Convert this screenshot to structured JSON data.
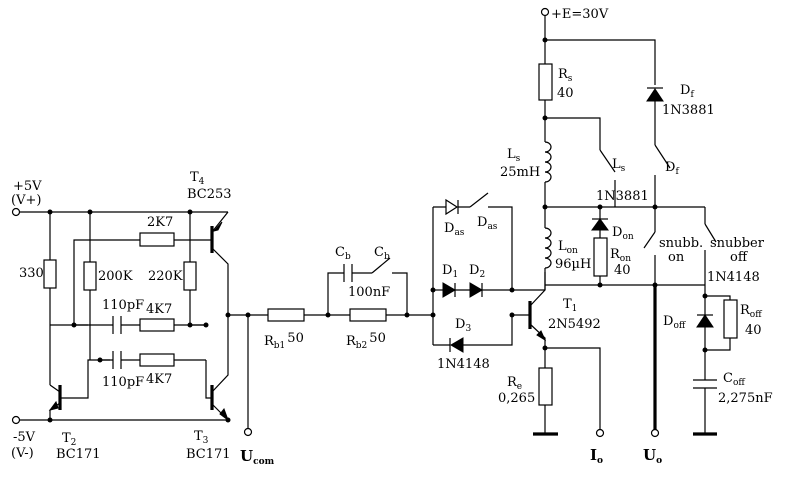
{
  "supply_pos": {
    "name": "+5V",
    "alias": "(V+)"
  },
  "supply_neg": {
    "name": "-5V",
    "alias": "(V-)"
  },
  "supply_main": "+E=30V",
  "transistors": {
    "t4": {
      "ref": "T",
      "idx": "4",
      "part": "BC253"
    },
    "t2": {
      "ref": "T",
      "idx": "2",
      "part": "BC171"
    },
    "t3": {
      "ref": "T",
      "idx": "3",
      "part": "BC171"
    },
    "t1": {
      "ref": "T",
      "idx": "1",
      "part": "2N5492"
    }
  },
  "resistors": {
    "r330": "330",
    "r200k": "200K",
    "r220k": "220K",
    "r2k7": "2K7",
    "r4k7a": "4K7",
    "r4k7b": "4K7",
    "rb1": {
      "ref": "R",
      "sub": "b1",
      "val": "50"
    },
    "rb2": {
      "ref": "R",
      "sub": "b2",
      "val": "50"
    },
    "rs": {
      "ref": "R",
      "sub": "s",
      "val": "40"
    },
    "ron": {
      "ref": "R",
      "sub": "on",
      "val": "40"
    },
    "roff": {
      "ref": "R",
      "sub": "off",
      "val": "40"
    },
    "re": {
      "ref": "R",
      "sub": "e",
      "val": "0,265"
    }
  },
  "capacitors": {
    "c110a": "110pF",
    "c110b": "110pF",
    "cb": {
      "ref": "C",
      "sub": "b",
      "val": "100nF"
    },
    "cb_switch": {
      "ref": "C",
      "sub": "b"
    },
    "coff": {
      "ref": "C",
      "sub": "off",
      "val": "2,275nF"
    }
  },
  "inductors": {
    "ls": {
      "ref": "L",
      "sub": "s",
      "val": "25mH"
    },
    "ls_switch": {
      "ref": "L",
      "sub": "s"
    },
    "lon": {
      "ref": "L",
      "sub": "on",
      "val": "96µH"
    }
  },
  "diodes": {
    "das": {
      "ref": "D",
      "sub": "as"
    },
    "das_switch": {
      "ref": "D",
      "sub": "as"
    },
    "d1": {
      "ref": "D",
      "sub": "1"
    },
    "d2": {
      "ref": "D",
      "sub": "2"
    },
    "d3": {
      "ref": "D",
      "sub": "3",
      "part": "1N4148"
    },
    "df": {
      "ref": "D",
      "sub": "f",
      "part": "1N3881"
    },
    "df_switch": {
      "ref": "D",
      "sub": "f"
    },
    "don": {
      "ref": "D",
      "sub": "on",
      "part": "1N3881"
    },
    "doff": {
      "ref": "D",
      "sub": "off",
      "part": "1N4148"
    }
  },
  "switches": {
    "snubb_on": {
      "line1": "snubb.",
      "line2": "on"
    },
    "snubber_off": {
      "line1": "snubber",
      "line2": "off"
    }
  },
  "terminals": {
    "ucom": {
      "ref": "U",
      "sub": "com"
    },
    "io": {
      "ref": "I",
      "sub": "o"
    },
    "uo": {
      "ref": "U",
      "sub": "o"
    }
  }
}
